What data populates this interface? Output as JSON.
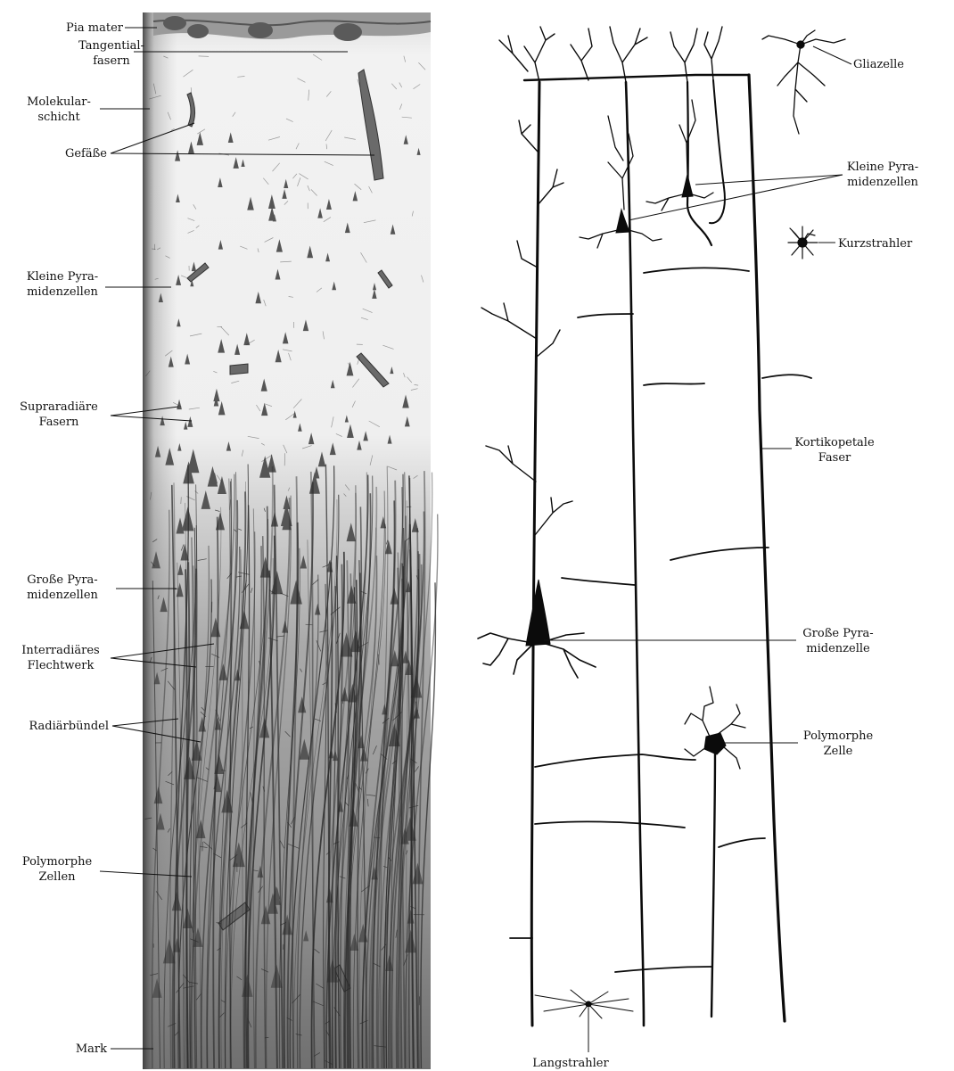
{
  "left_panel": {
    "labels": {
      "pia_mater": "Pia mater",
      "tangential_1": "Tangential-",
      "tangential_2": "fasern",
      "molekular_1": "Molekular-",
      "molekular_2": "schicht",
      "gefaesse": "Gefäße",
      "kleine_pyr_1": "Kleine Pyra-",
      "kleine_pyr_2": "midenzellen",
      "supraradiaere_1": "Supraradiäre",
      "supraradiaere_2": "Fasern",
      "grosse_pyr_1": "Große Pyra-",
      "grosse_pyr_2": "midenzellen",
      "interradiaeres_1": "Interradiäres",
      "interradiaeres_2": "Flechtwerk",
      "radiaerbuendel": "Radiärbündel",
      "polymorphe_1": "Polymorphe",
      "polymorphe_2": "Zellen",
      "mark": "Mark"
    }
  },
  "right_panel": {
    "labels": {
      "gliazelle": "Gliazelle",
      "kleine_pyr_1": "Kleine Pyra-",
      "kleine_pyr_2": "midenzellen",
      "kurzstrahler": "Kurzstrahler",
      "kortikopetale_1": "Kortikopetale",
      "kortikopetale_2": "Faser",
      "grosse_pyr_1": "Große Pyra-",
      "grosse_pyr_2": "midenzelle",
      "polymorphe_1": "Polymorphe",
      "polymorphe_2": "Zelle",
      "langstrahler": "Langstrahler"
    }
  },
  "colors": {
    "ink": "#111111",
    "tissue_light": "#eeeeee",
    "tissue_dark": "#8a8a8a",
    "paper": "#ffffff"
  }
}
